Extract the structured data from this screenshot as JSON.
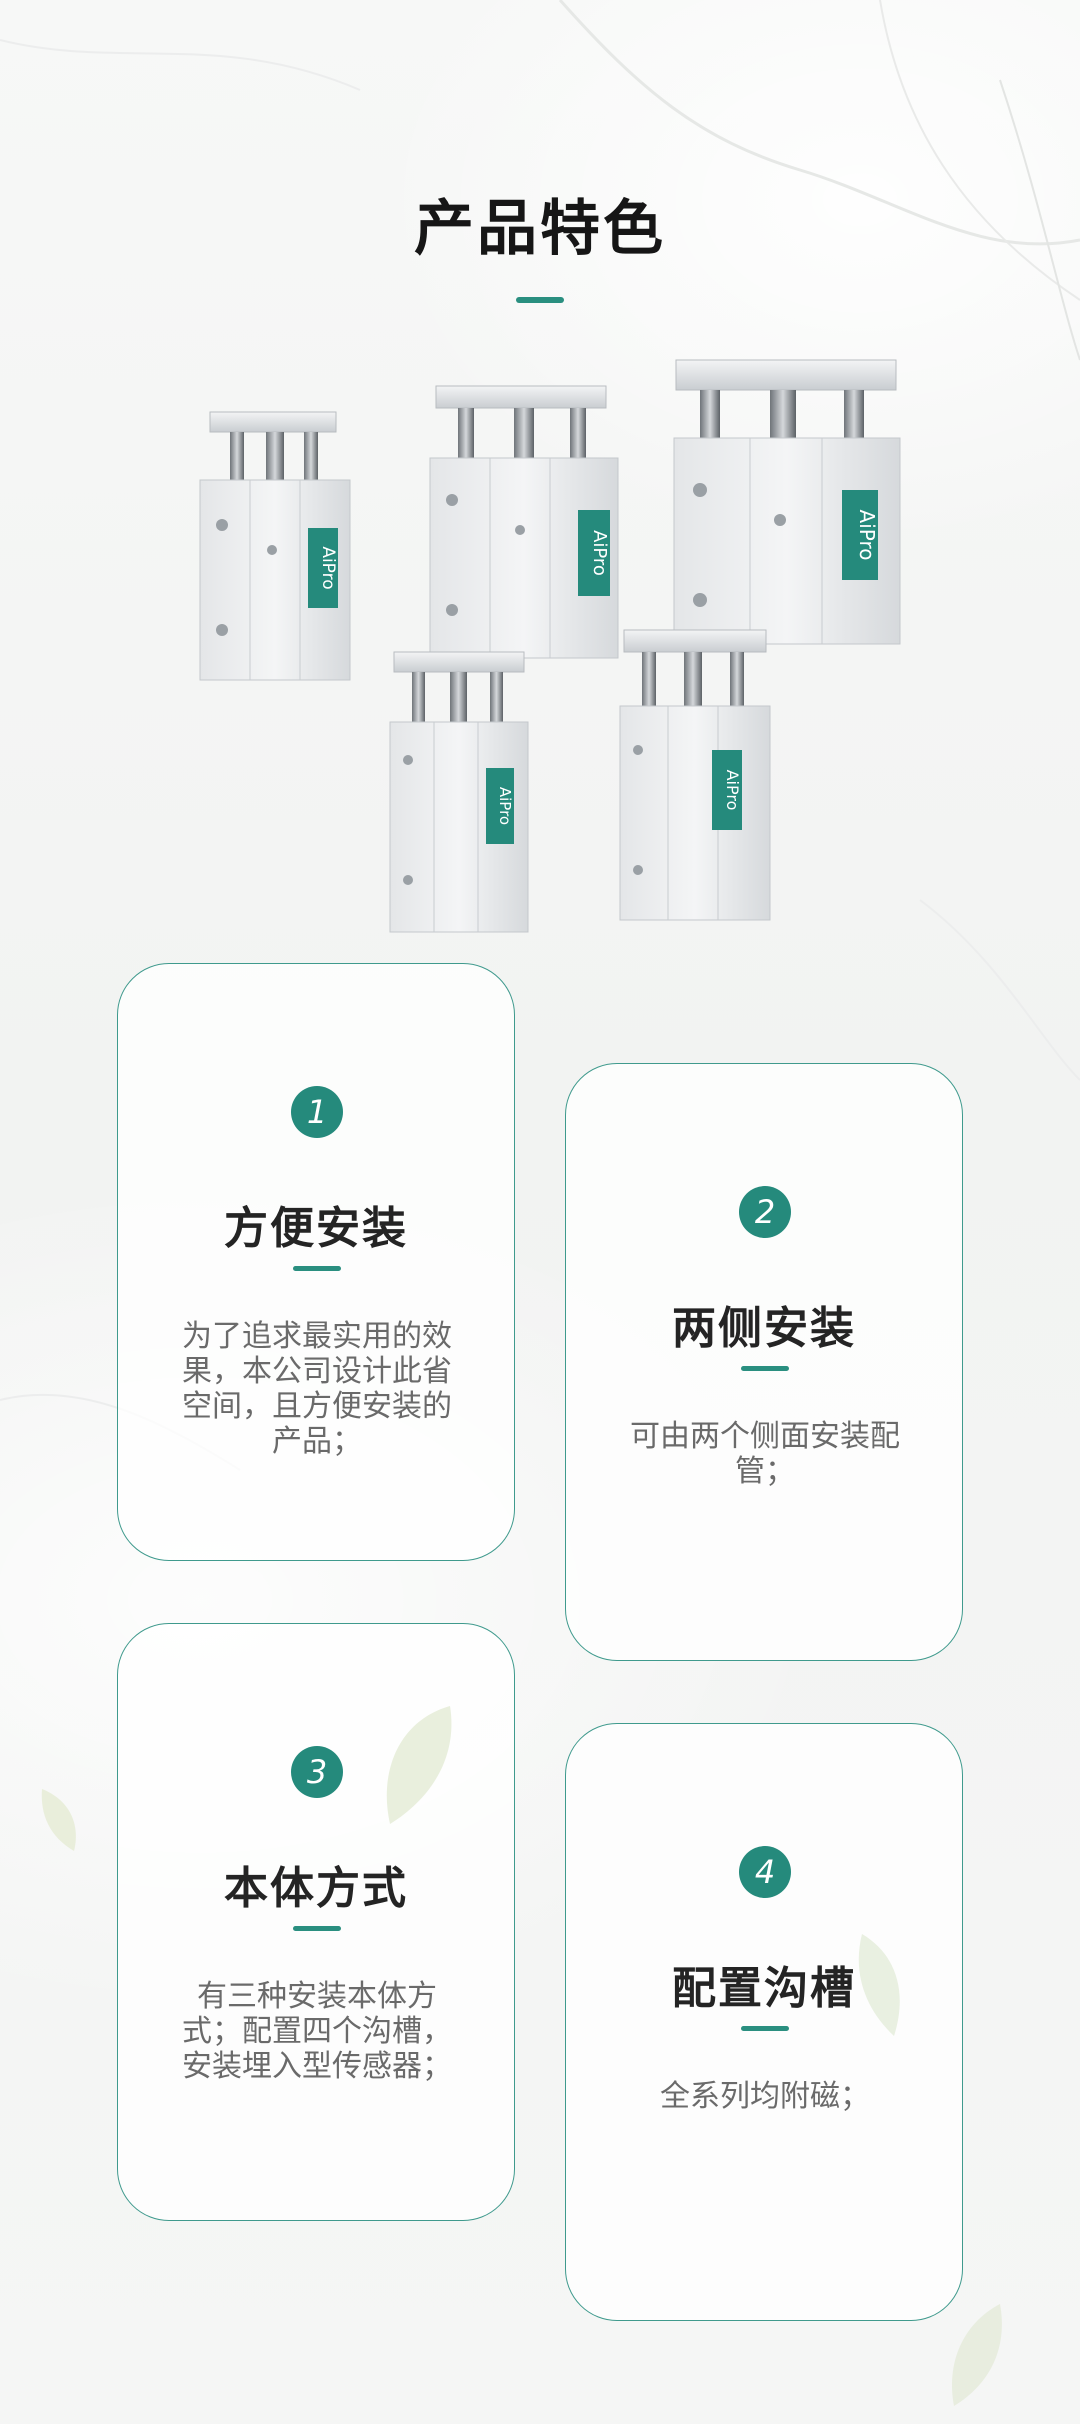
{
  "header": {
    "title": "产品特色"
  },
  "products": {
    "brand": "AiPro",
    "count": 5
  },
  "colors": {
    "accent": "#258a7c",
    "card_border": "#3f9a8d",
    "title_text": "#161616",
    "desc_text": "#6a6a6a"
  },
  "features": [
    {
      "number": "1",
      "title": "方便安装",
      "desc_lines": [
        "为了追求最实用的效",
        "果，本公司设计此省",
        "空间，且方便安装的",
        "产品；"
      ]
    },
    {
      "number": "2",
      "title": "两侧安装",
      "desc_lines": [
        "可由两个侧面安装配",
        "管；"
      ]
    },
    {
      "number": "3",
      "title": "本体方式",
      "desc_lines": [
        "有三种安装本体方",
        "式；配置四个沟槽，",
        "安装埋入型传感器；"
      ]
    },
    {
      "number": "4",
      "title": "配置沟槽",
      "desc_lines": [
        "全系列均附磁；"
      ]
    }
  ]
}
